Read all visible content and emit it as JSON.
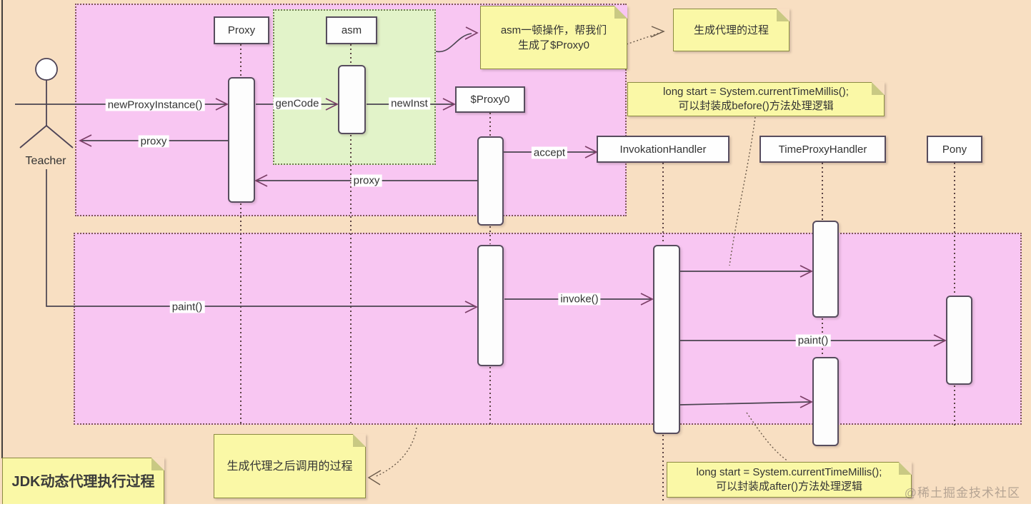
{
  "diagram": {
    "title_note": {
      "text": "JDK动态代理执行过程"
    },
    "actor": {
      "label": "Teacher"
    },
    "participants": [
      {
        "label": "Proxy"
      },
      {
        "label": "asm"
      },
      {
        "label": "$Proxy0"
      },
      {
        "label": "InvokationHandler"
      },
      {
        "label": "TimeProxyHandler"
      },
      {
        "label": "Pony"
      }
    ],
    "messages": [
      {
        "label": "newProxyInstance()"
      },
      {
        "label": "genCode"
      },
      {
        "label": "newInst"
      },
      {
        "label": "proxy"
      },
      {
        "label": "accept"
      },
      {
        "label": "proxy"
      },
      {
        "label": "paint()"
      },
      {
        "label": "invoke()"
      },
      {
        "label": "paint()"
      }
    ],
    "notes": {
      "asm_note": {
        "line1": "asm一顿操作，帮我们",
        "line2": "生成了$Proxy0"
      },
      "gen_note": {
        "text": "生成代理的过程"
      },
      "before_note": {
        "line1": "long start = System.currentTimeMillis();",
        "line2": "可以封装成before()方法处理逻辑"
      },
      "after_note": {
        "line1": "long start = System.currentTimeMillis();",
        "line2": "可以封装成after()方法处理逻辑"
      },
      "call_note": {
        "text": "生成代理之后调用的过程"
      }
    },
    "watermark": {
      "text": "@稀土掘金技术社区"
    },
    "colors": {
      "background": "#f8dfc2",
      "region_pink": "#f8c6f2",
      "region_green": "#e2f3c9",
      "note_yellow": "#faf8a6",
      "line": "#4a4450",
      "arrowhead": "#7c3f68"
    }
  }
}
